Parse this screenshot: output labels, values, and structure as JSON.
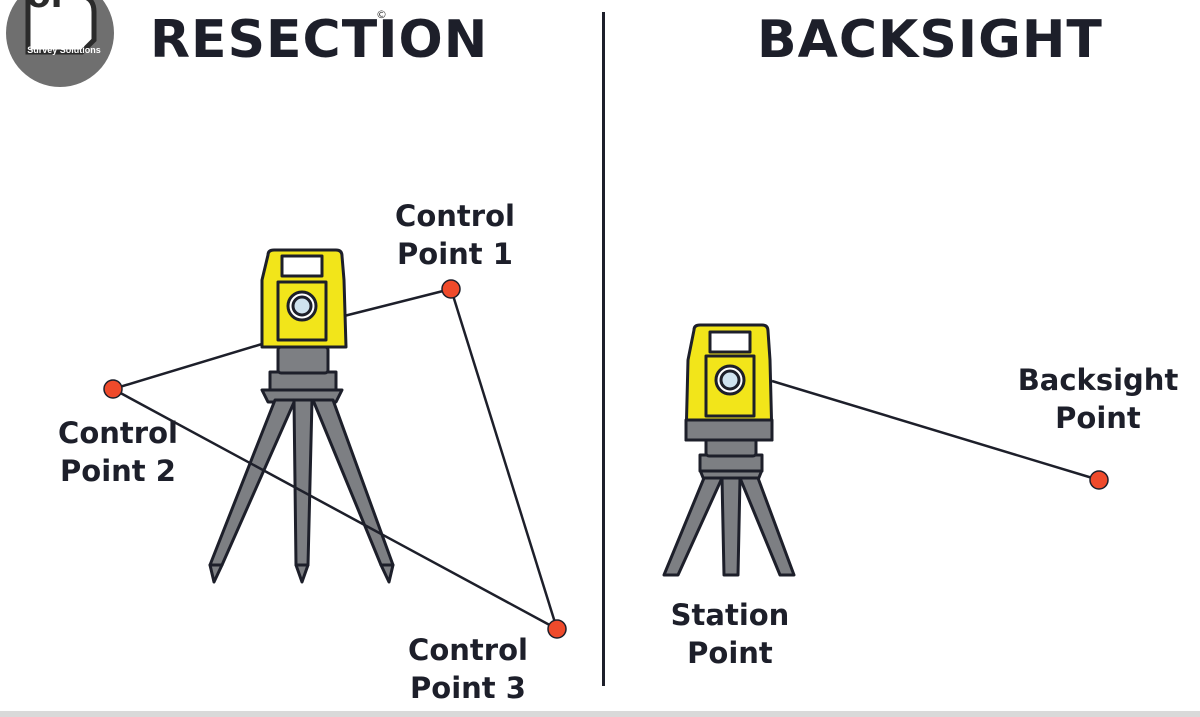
{
  "logo": {
    "monogram": "cr",
    "name": "Survey Solutions",
    "icon": "cr-logo-icon"
  },
  "copyright_mark": "©",
  "left_panel": {
    "title": "RESECTION",
    "control_point_1": [
      "Control",
      "Point 1"
    ],
    "control_point_2": [
      "Control",
      "Point 2"
    ],
    "control_point_3": [
      "Control",
      "Point 3"
    ]
  },
  "right_panel": {
    "title": "BACKSIGHT",
    "station_point": [
      "Station",
      "Point"
    ],
    "backsight_point": [
      "Backsight",
      "Point"
    ]
  },
  "colors": {
    "instrument_yellow": "#f2e51a",
    "instrument_gray": "#7d7f83",
    "outline": "#1d1f2a",
    "point_red": "#ef4a2b",
    "lens_blue": "#cfe2ef"
  },
  "icons": [
    "total-station-icon",
    "tripod-icon",
    "survey-point-icon"
  ]
}
